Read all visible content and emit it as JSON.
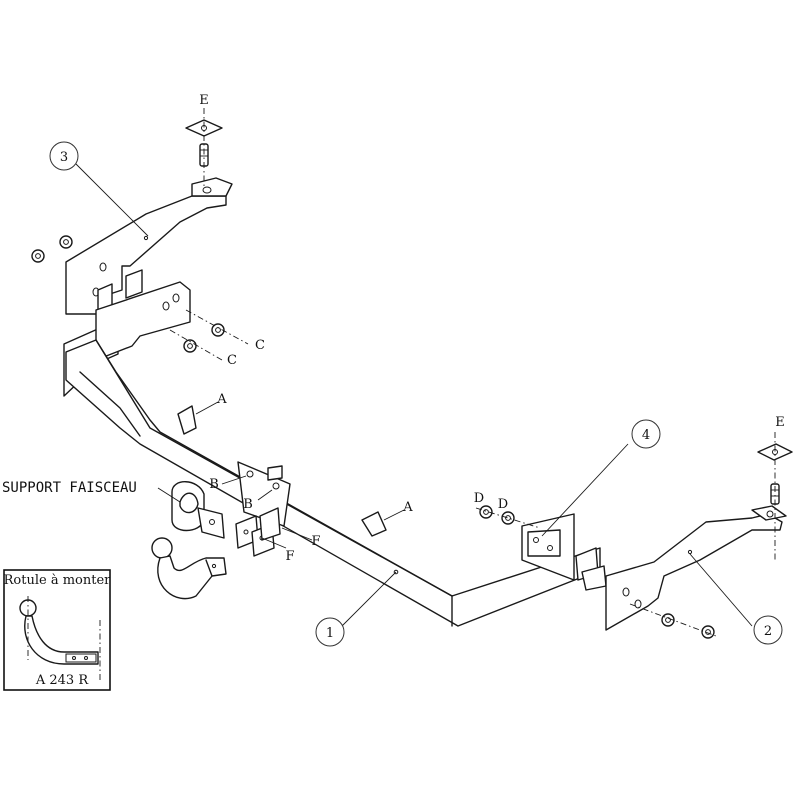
{
  "callouts": {
    "c1": "1",
    "c2": "2",
    "c3": "3",
    "c4": "4"
  },
  "letters": {
    "e_top": "E",
    "e_right": "E",
    "c_upper": "C",
    "c_lower": "C",
    "a_left": "A",
    "a_right": "A",
    "b_upper": "B",
    "b_lower": "B",
    "f_right": "F",
    "f_lower": "F",
    "d_left": "D",
    "d_right": "D"
  },
  "support_label": "SUPPORT FAISCEAU",
  "inset": {
    "title": "Rotule à monter",
    "code": "A 243 R"
  }
}
